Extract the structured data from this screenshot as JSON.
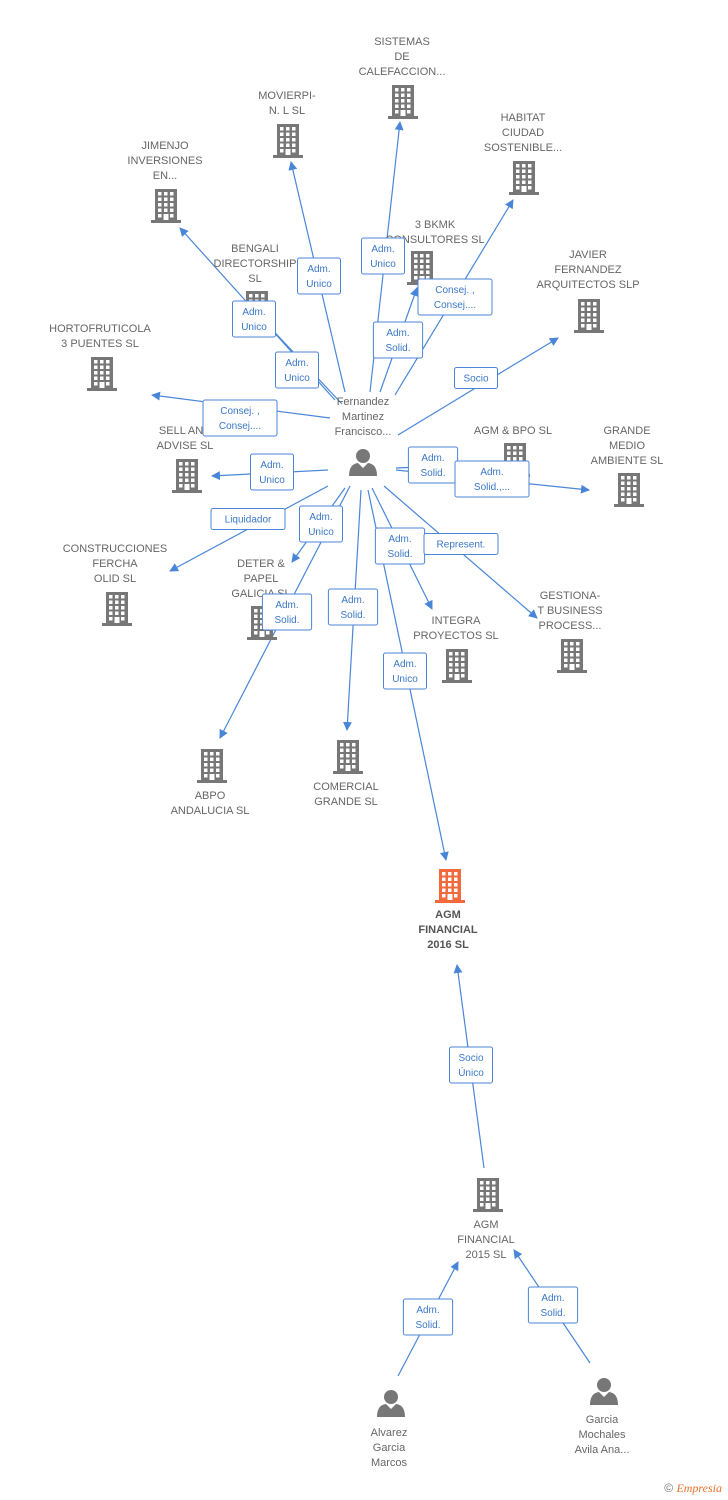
{
  "colors": {
    "edge": "#4a86d8",
    "building": "#777777",
    "building_focus": "#f26a3c",
    "person": "#777777"
  },
  "icons": {
    "company": "building-icon",
    "person": "person-icon"
  },
  "nodes": [
    {
      "id": "sistemas",
      "type": "company",
      "lines": [
        "SISTEMAS",
        "DE",
        "CALEFACCION..."
      ]
    },
    {
      "id": "movierpi",
      "type": "company",
      "lines": [
        "MOVIERPI-",
        "N. L SL"
      ]
    },
    {
      "id": "habitat",
      "type": "company",
      "lines": [
        "HABITAT",
        "CIUDAD",
        "SOSTENIBLE..."
      ]
    },
    {
      "id": "jimenjo",
      "type": "company",
      "lines": [
        "JIMENJO",
        "INVERSIONES",
        "EN..."
      ]
    },
    {
      "id": "bengali",
      "type": "company",
      "lines": [
        "BENGALI",
        "DIRECTORSHIP",
        "SL"
      ]
    },
    {
      "id": "bkmk",
      "type": "company",
      "lines": [
        "3 BKMK",
        "CONSULTORES SL"
      ]
    },
    {
      "id": "javier",
      "type": "company",
      "lines": [
        "JAVIER",
        "FERNANDEZ",
        "ARQUITECTOS SLP"
      ]
    },
    {
      "id": "hortofruticola",
      "type": "company",
      "lines": [
        "HORTOFRUTICOLA",
        "3 PUENTES SL"
      ]
    },
    {
      "id": "fernandez",
      "type": "person",
      "lines": [
        "Fernandez",
        "Martinez",
        "Francisco..."
      ]
    },
    {
      "id": "sell",
      "type": "company",
      "lines": [
        "SELL AND",
        "ADVISE SL"
      ]
    },
    {
      "id": "agmbpo",
      "type": "company",
      "lines": [
        "AGM & BPO SL"
      ]
    },
    {
      "id": "grande",
      "type": "company",
      "lines": [
        "GRANDE",
        "MEDIO",
        "AMBIENTE SL"
      ]
    },
    {
      "id": "construcciones",
      "type": "company",
      "lines": [
        "CONSTRUCCIONES",
        "FERCHA",
        "OLID SL"
      ]
    },
    {
      "id": "deter",
      "type": "company",
      "lines": [
        "DETER &",
        "PAPEL",
        "GALICIA SL"
      ]
    },
    {
      "id": "integra",
      "type": "company",
      "lines": [
        "INTEGRA",
        "PROYECTOS SL"
      ]
    },
    {
      "id": "gestiona",
      "type": "company",
      "lines": [
        "GESTIONA-",
        "T BUSINESS",
        "PROCESS..."
      ]
    },
    {
      "id": "abpo",
      "type": "company",
      "lines": [
        "ABPO",
        "ANDALUCIA SL"
      ]
    },
    {
      "id": "comercial",
      "type": "company",
      "lines": [
        "COMERCIAL",
        "GRANDE SL"
      ]
    },
    {
      "id": "agm2016",
      "type": "company",
      "focus": true,
      "lines": [
        "AGM",
        "FINANCIAL",
        "2016 SL"
      ]
    },
    {
      "id": "agm2015",
      "type": "company",
      "lines": [
        "AGM",
        "FINANCIAL",
        "2015 SL"
      ]
    },
    {
      "id": "alvarez",
      "type": "person",
      "lines": [
        "Alvarez",
        "Garcia",
        "Marcos"
      ]
    },
    {
      "id": "garcia",
      "type": "person",
      "lines": [
        "Garcia",
        "Mochales",
        "Avila Ana..."
      ]
    }
  ],
  "edges": [
    {
      "from": "fernandez",
      "to": "sistemas",
      "label": [
        "Adm.",
        "Unico"
      ]
    },
    {
      "from": "fernandez",
      "to": "movierpi",
      "label": [
        "Adm.",
        "Unico"
      ]
    },
    {
      "from": "fernandez",
      "to": "habitat",
      "label": [
        "Consej. ,",
        "Consej...."
      ]
    },
    {
      "from": "fernandez",
      "to": "jimenjo",
      "label": [
        "Adm.",
        "Unico"
      ]
    },
    {
      "from": "fernandez",
      "to": "bengali",
      "label": [
        "Adm.",
        "Unico"
      ]
    },
    {
      "from": "fernandez",
      "to": "bkmk",
      "label": [
        "Adm.",
        "Solid."
      ]
    },
    {
      "from": "fernandez",
      "to": "javier",
      "label": [
        "Socio"
      ]
    },
    {
      "from": "fernandez",
      "to": "hortofruticola",
      "label": [
        "Consej. ,",
        "Consej...."
      ]
    },
    {
      "from": "fernandez",
      "to": "sell",
      "label": [
        "Adm.",
        "Unico"
      ]
    },
    {
      "from": "fernandez",
      "to": "agmbpo",
      "label": [
        "Adm.",
        "Solid."
      ]
    },
    {
      "from": "fernandez",
      "to": "grande",
      "label": [
        "Adm.",
        "Solid.,..."
      ]
    },
    {
      "from": "fernandez",
      "to": "construcciones",
      "label": [
        "Liquidador"
      ]
    },
    {
      "from": "fernandez",
      "to": "deter",
      "label": [
        "Adm.",
        "Unico"
      ]
    },
    {
      "from": "fernandez",
      "to": "abpo",
      "label": [
        "Adm.",
        "Solid."
      ]
    },
    {
      "from": "fernandez",
      "to": "comercial",
      "label": [
        "Adm.",
        "Solid."
      ]
    },
    {
      "from": "fernandez",
      "to": "integra",
      "label": [
        "Adm.",
        "Solid."
      ]
    },
    {
      "from": "fernandez",
      "to": "gestiona",
      "label": [
        "Represent."
      ]
    },
    {
      "from": "fernandez",
      "to": "agm2016",
      "label": [
        "Adm.",
        "Unico"
      ]
    },
    {
      "from": "agm2015",
      "to": "agm2016",
      "label": [
        "Socio",
        "Único"
      ]
    },
    {
      "from": "alvarez",
      "to": "agm2015",
      "label": [
        "Adm.",
        "Solid."
      ]
    },
    {
      "from": "garcia",
      "to": "agm2015",
      "label": [
        "Adm.",
        "Solid."
      ]
    }
  ],
  "watermark": {
    "symbol": "©",
    "brand": "Empresia"
  }
}
